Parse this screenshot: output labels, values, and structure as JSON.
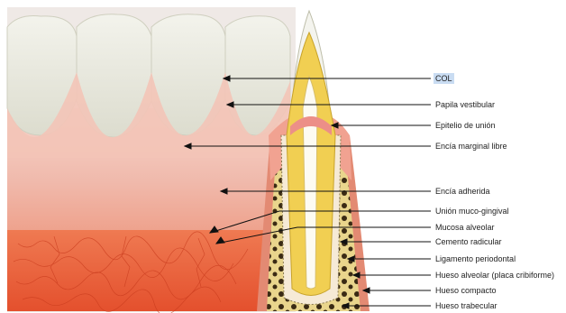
{
  "labels": [
    {
      "id": "col",
      "text": "COL",
      "highlight": true
    },
    {
      "id": "papila",
      "text": "Papila vestibular"
    },
    {
      "id": "epitelio",
      "text": "Epitelio de unión"
    },
    {
      "id": "encia_marginal",
      "text": "Encía marginal libre"
    },
    {
      "id": "encia_adherida",
      "text": "Encía adherida"
    },
    {
      "id": "union_muco",
      "text": "Unión muco-gingival"
    },
    {
      "id": "mucosa",
      "text": "Mucosa alveolar"
    },
    {
      "id": "cemento",
      "text": "Cemento radicular"
    },
    {
      "id": "ligamento",
      "text": "Ligamento periodontal"
    },
    {
      "id": "hueso_alveolar",
      "text": "Hueso alveolar (placa cribiforme)"
    },
    {
      "id": "hueso_compacto",
      "text": "Hueso compacto"
    },
    {
      "id": "hueso_trabecular",
      "text": "Hueso trabecular"
    }
  ],
  "colors": {
    "highlight": "#c9dcf2",
    "gingiva": "#f4c9bf",
    "mucosa": "#e9613b",
    "enamel": "#efefe4",
    "dentin": "#f2d35a",
    "bone": "#e8d48a"
  }
}
